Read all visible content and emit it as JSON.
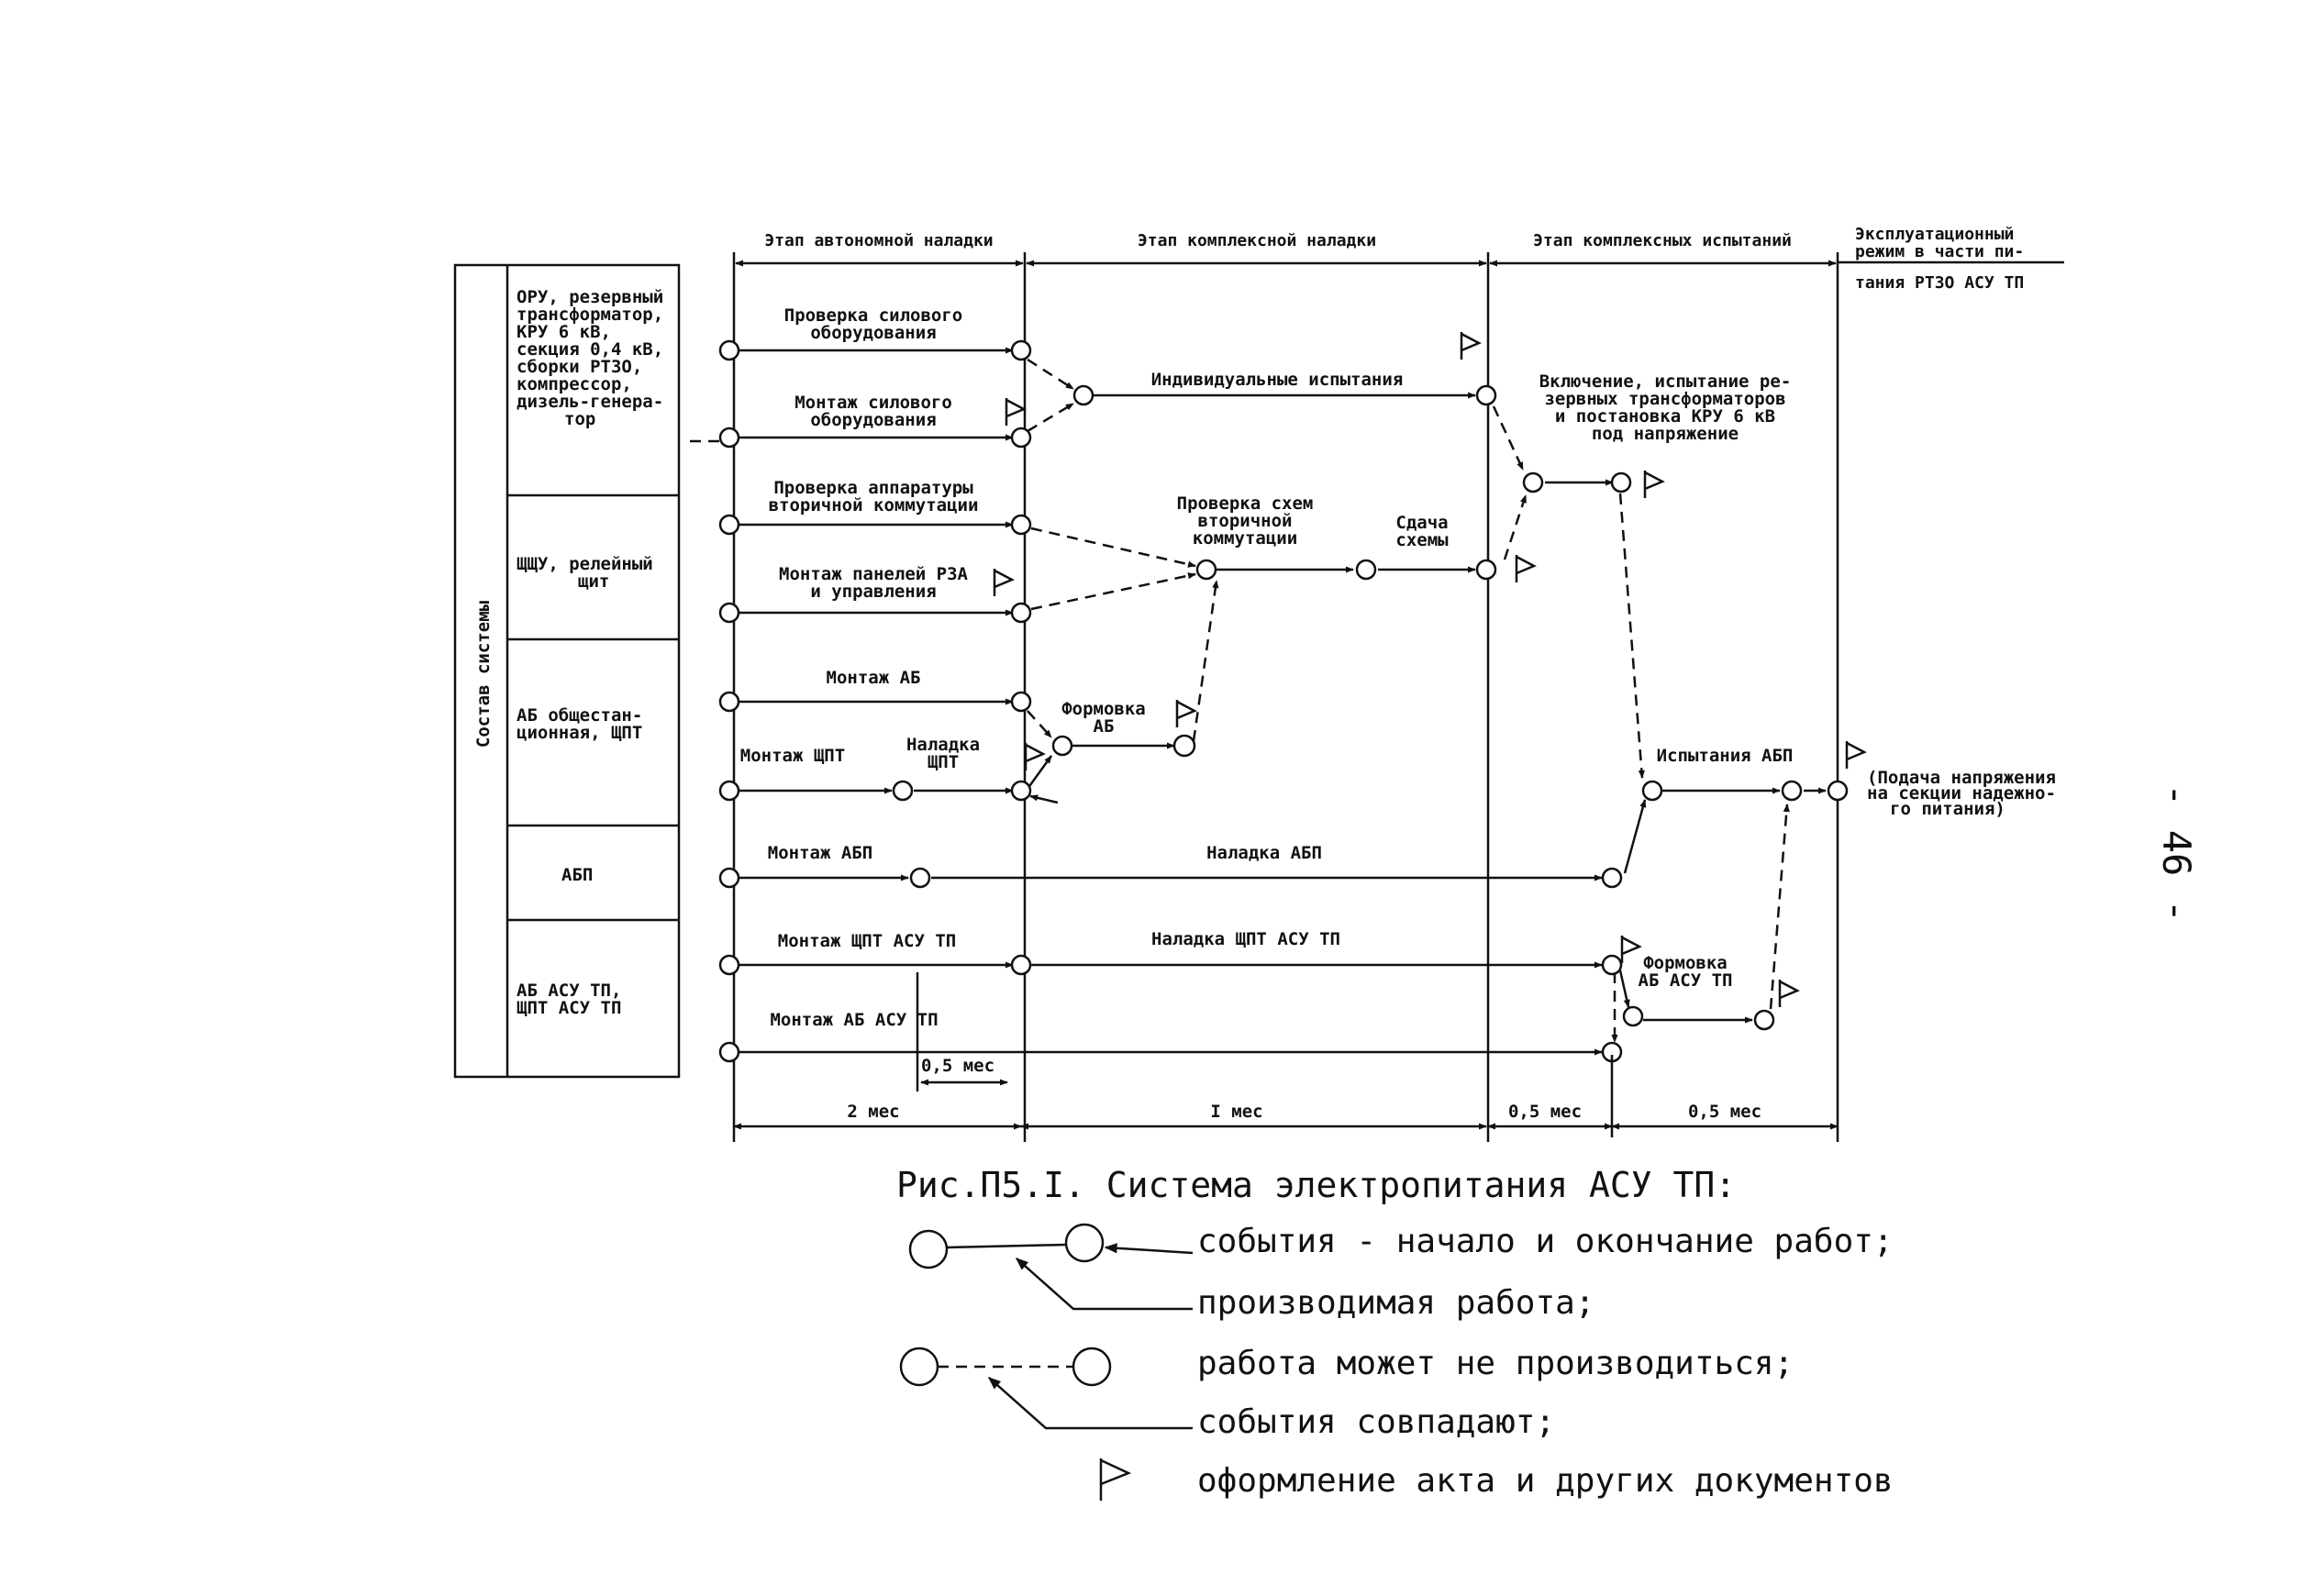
{
  "stages": [
    "Этап автономной наладки",
    "Этап комплексной наладки",
    "Этап комплексных испытаний",
    "Эксплуатационный",
    "режим в части пи-",
    "тания РТЗО АСУ ТП"
  ],
  "system_label": "Состав системы",
  "components": {
    "c1": [
      "ОРУ, резервный",
      "трансформатор,",
      "КРУ 6 кВ,",
      "секция 0,4 кВ,",
      "сборки РТЗО,",
      "компрессор,",
      "дизель-генера-",
      "тор"
    ],
    "c2": [
      "ЩЩУ, релейный",
      "щит"
    ],
    "c3": [
      "АБ общестан-",
      "ционная, ЩПТ"
    ],
    "c4": [
      "АБП"
    ],
    "c5": [
      "АБ АСУ ТП,",
      "ЩПТ АСУ ТП"
    ]
  },
  "works": {
    "w1": [
      "Проверка силового",
      "оборудования"
    ],
    "w2": [
      "Монтаж силового",
      "оборудования"
    ],
    "w3": [
      "Индивидуальные испытания"
    ],
    "w4": [
      "Включение, испытание ре-",
      "зервных трансформаторов",
      "и постановка КРУ 6 кВ",
      "под напряжение"
    ],
    "w5": [
      "Проверка аппаратуры",
      "вторичной коммутации"
    ],
    "w6": [
      "Монтаж панелей РЗА",
      "и управления"
    ],
    "w7": [
      "Проверка схем",
      "вторичной",
      "коммутации"
    ],
    "w8": [
      "Сдача",
      "схемы"
    ],
    "w9": [
      "Монтаж АБ"
    ],
    "w10": [
      "Формовка",
      "АБ"
    ],
    "w11": [
      "Монтаж ЩПТ"
    ],
    "w12": [
      "Наладка",
      "ЩПТ"
    ],
    "w13": [
      "Испытания АБП"
    ],
    "w14": [
      "(Подача напряжения",
      "на секции надежно-",
      "го питания)"
    ],
    "w15": [
      "Монтаж АБП"
    ],
    "w16": [
      "Наладка АБП"
    ],
    "w17": [
      "Монтаж ЩПТ АСУ ТП"
    ],
    "w18": [
      "Наладка ЩПТ АСУ ТП"
    ],
    "w19": [
      "Формовка",
      "АБ АСУ ТП"
    ],
    "w20": [
      "Монтаж АБ АСУ ТП"
    ]
  },
  "durations": [
    "0,5 мес",
    "2 мес",
    "I мес",
    "0,5 мес",
    "0,5 мес"
  ],
  "caption": "Рис.П5.I. Система электропитания АСУ ТП:",
  "legend": [
    "события - начало и окончание работ;",
    "производимая работа;",
    "работа может не производиться;",
    "события совпадают;",
    "оформление акта и других документов"
  ],
  "page_number": "- 46 -"
}
